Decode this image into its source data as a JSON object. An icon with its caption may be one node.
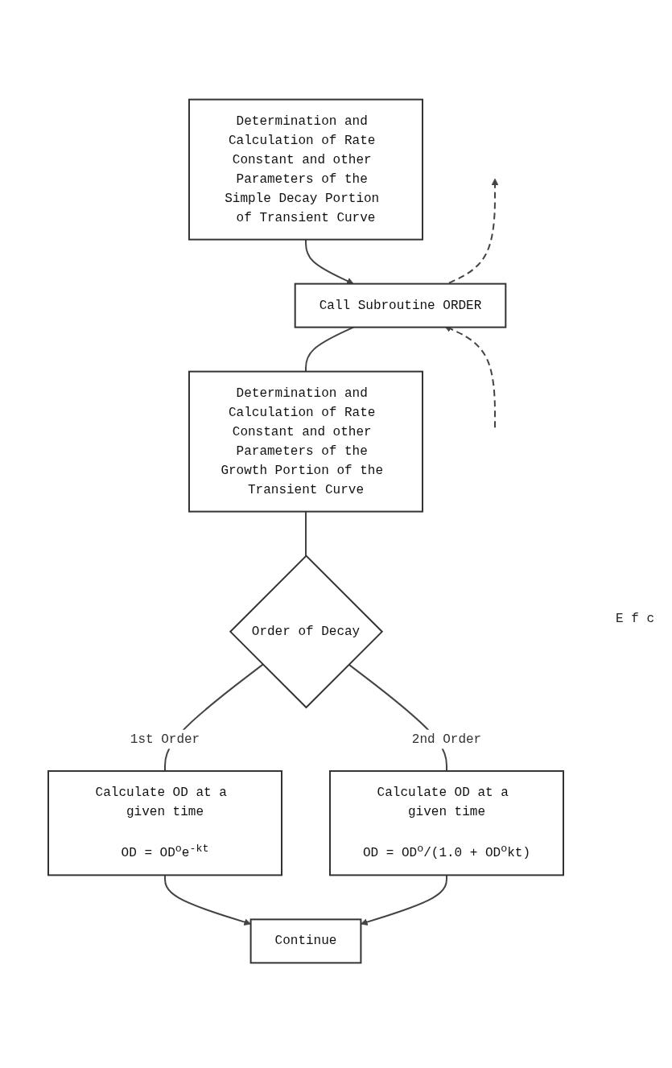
{
  "diagram": {
    "nodes": [
      {
        "text": [
          "Determination and Calculation of Rate Constant and other Parameters of the Simple Decay Portion of Transient Curve"
        ]
      },
      {
        "text": [
          "Call Subroutine ORDER"
        ]
      },
      {
        "text": [
          "Determination and Calculation of Rate Constant and other Parameters of the Growth Portion of the Transient Curve"
        ]
      },
      {
        "text": [
          "Order of Decay"
        ]
      },
      {
        "text": [
          "Calculate OD at a given time",
          "OD = OD$^{o}$e$^{-kt}$"
        ]
      },
      {
        "text": [
          "Calculate OD at a given time",
          "OD = OD$^{o}$/(1.0 + OD$^{o}$kt)"
        ]
      },
      {
        "text": [
          "Continue"
        ]
      }
    ],
    "edges": [
      {
        "from": 0,
        "to": 1,
        "arrow": "to"
      },
      {
        "from": 1,
        "to": null,
        "arrow": "to",
        "style": "dashed"
      },
      {
        "from": null,
        "to": 1,
        "arrow": "to",
        "style": "dashed"
      },
      {
        "from": 1,
        "to": 2,
        "arrow": "none"
      },
      {
        "from": 2,
        "to": 3,
        "arrow": "none"
      },
      {
        "from": 3,
        "to": 4,
        "arrow": "none",
        "label": "1st Order"
      },
      {
        "from": 3,
        "to": 5,
        "arrow": "none",
        "label": "2nd Order"
      },
      {
        "from": 4,
        "to": 6,
        "arrow": "to"
      },
      {
        "from": 5,
        "to": 6,
        "arrow": "to"
      }
    ],
    "labels": [
      "E f c"
    ]
  }
}
